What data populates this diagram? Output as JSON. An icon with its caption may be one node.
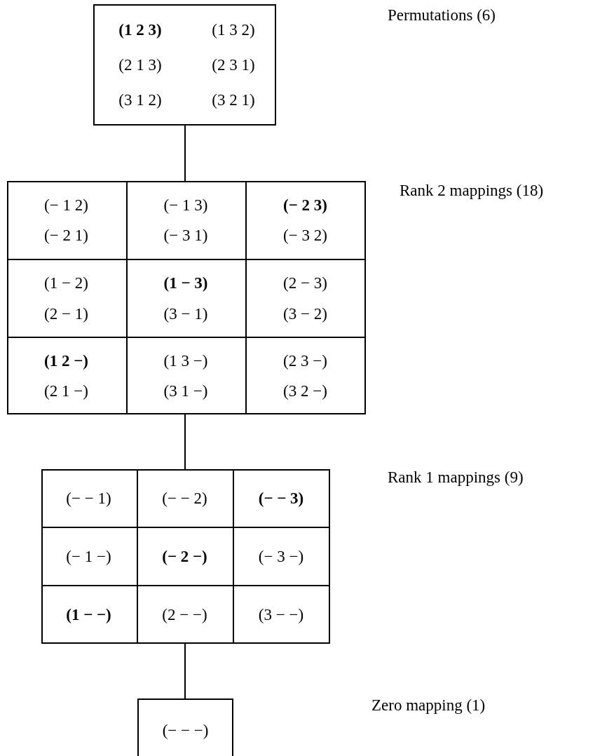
{
  "diagram": {
    "nodes": [
      {
        "text": [
          "**(1 2 3)**",
          "(1 3 2)",
          "(2 1 3)",
          "(2 3 1)",
          "(3 1 2)",
          "(3 2 1)"
        ]
      },
      {
        "text": [],
        "shape": "box"
      },
      {
        "text": [
          "(− 1 2)",
          "(− 2 1)"
        ],
        "in": 1
      },
      {
        "text": [
          "(− 1 3)",
          "(− 3 1)"
        ],
        "in": 1
      },
      {
        "text": [
          "**(− 2 3)**",
          "(− 3 2)"
        ],
        "in": 1
      },
      {
        "text": [
          "(1 − 2)",
          "(2 − 1)"
        ],
        "in": 1
      },
      {
        "text": [
          "**(1 − 3)**",
          "(3 − 1)"
        ],
        "in": 1
      },
      {
        "text": [
          "(2 − 3)",
          "(3 − 2)"
        ],
        "in": 1
      },
      {
        "text": [
          "**(1 2 −)**",
          "(2 1 −)"
        ],
        "in": 1
      },
      {
        "text": [
          "(1 3 −)",
          "(3 1 −)"
        ],
        "in": 1
      },
      {
        "text": [
          "(2 3 −)",
          "(3 2 −)"
        ],
        "in": 1
      },
      {
        "text": [],
        "shape": "box"
      },
      {
        "text": [
          "(− − 1)"
        ],
        "in": 11
      },
      {
        "text": [
          "(− − 2)"
        ],
        "in": 11
      },
      {
        "text": [
          "**(− − 3)**"
        ],
        "in": 11
      },
      {
        "text": [
          "(− 1 −)"
        ],
        "in": 11
      },
      {
        "text": [
          "**(− 2 −)**"
        ],
        "in": 11
      },
      {
        "text": [
          "(− 3 −)"
        ],
        "in": 11
      },
      {
        "text": [
          "**(1 − −)**"
        ],
        "in": 11
      },
      {
        "text": [
          "(2 − −)"
        ],
        "in": 11
      },
      {
        "text": [
          "(3 − −)"
        ],
        "in": 11
      },
      {
        "text": [
          "(− − −)"
        ]
      }
    ],
    "labels": [
      "Permutations (6)",
      "Rank 2 mappings (18)",
      "Rank 1 mappings (9)",
      "Zero mapping (1)"
    ],
    "edges": [
      {
        "from": 0,
        "to": 1,
        "arrow": "none"
      },
      {
        "from": 1,
        "to": 11,
        "arrow": "none"
      },
      {
        "from": 11,
        "to": 21,
        "arrow": "none"
      }
    ]
  }
}
